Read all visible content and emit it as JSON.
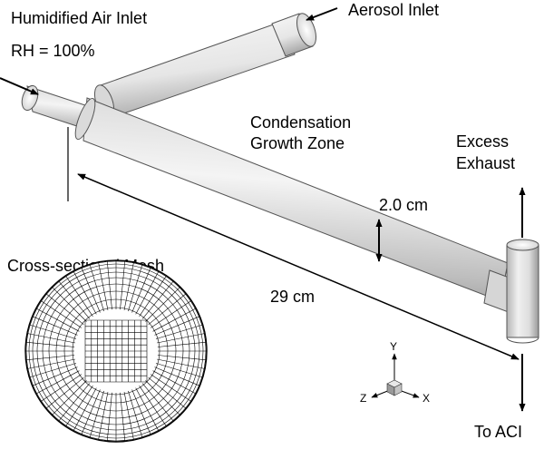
{
  "labels": {
    "humidified_air_inlet": "Humidified Air Inlet",
    "rh": "RH = 100%",
    "aerosol_inlet": "Aerosol Inlet",
    "condensation_line1": "Condensation",
    "condensation_line2": "Growth Zone",
    "excess_line1": "Excess",
    "excess_line2": "Exhaust",
    "diameter": "2.0 cm",
    "cross_section": "Cross-sectional Mesh",
    "length": "29 cm",
    "to_aci": "To ACI"
  },
  "axes": {
    "x": "X",
    "y": "Y",
    "z": "Z"
  },
  "colors": {
    "tube_light": "#f2f2f2",
    "tube_mid": "#c8c8c8",
    "tube_dark": "#8a8a8a",
    "line": "#000000"
  }
}
